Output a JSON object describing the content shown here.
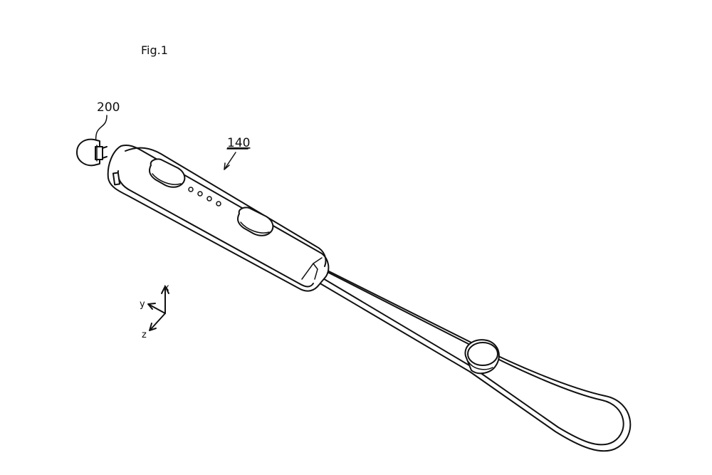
{
  "figure": {
    "title": "Fig.1",
    "labels": {
      "cap_ref": "200",
      "strap_ref": "140"
    },
    "axes": {
      "x": "x",
      "y": "y",
      "z": "z"
    }
  }
}
